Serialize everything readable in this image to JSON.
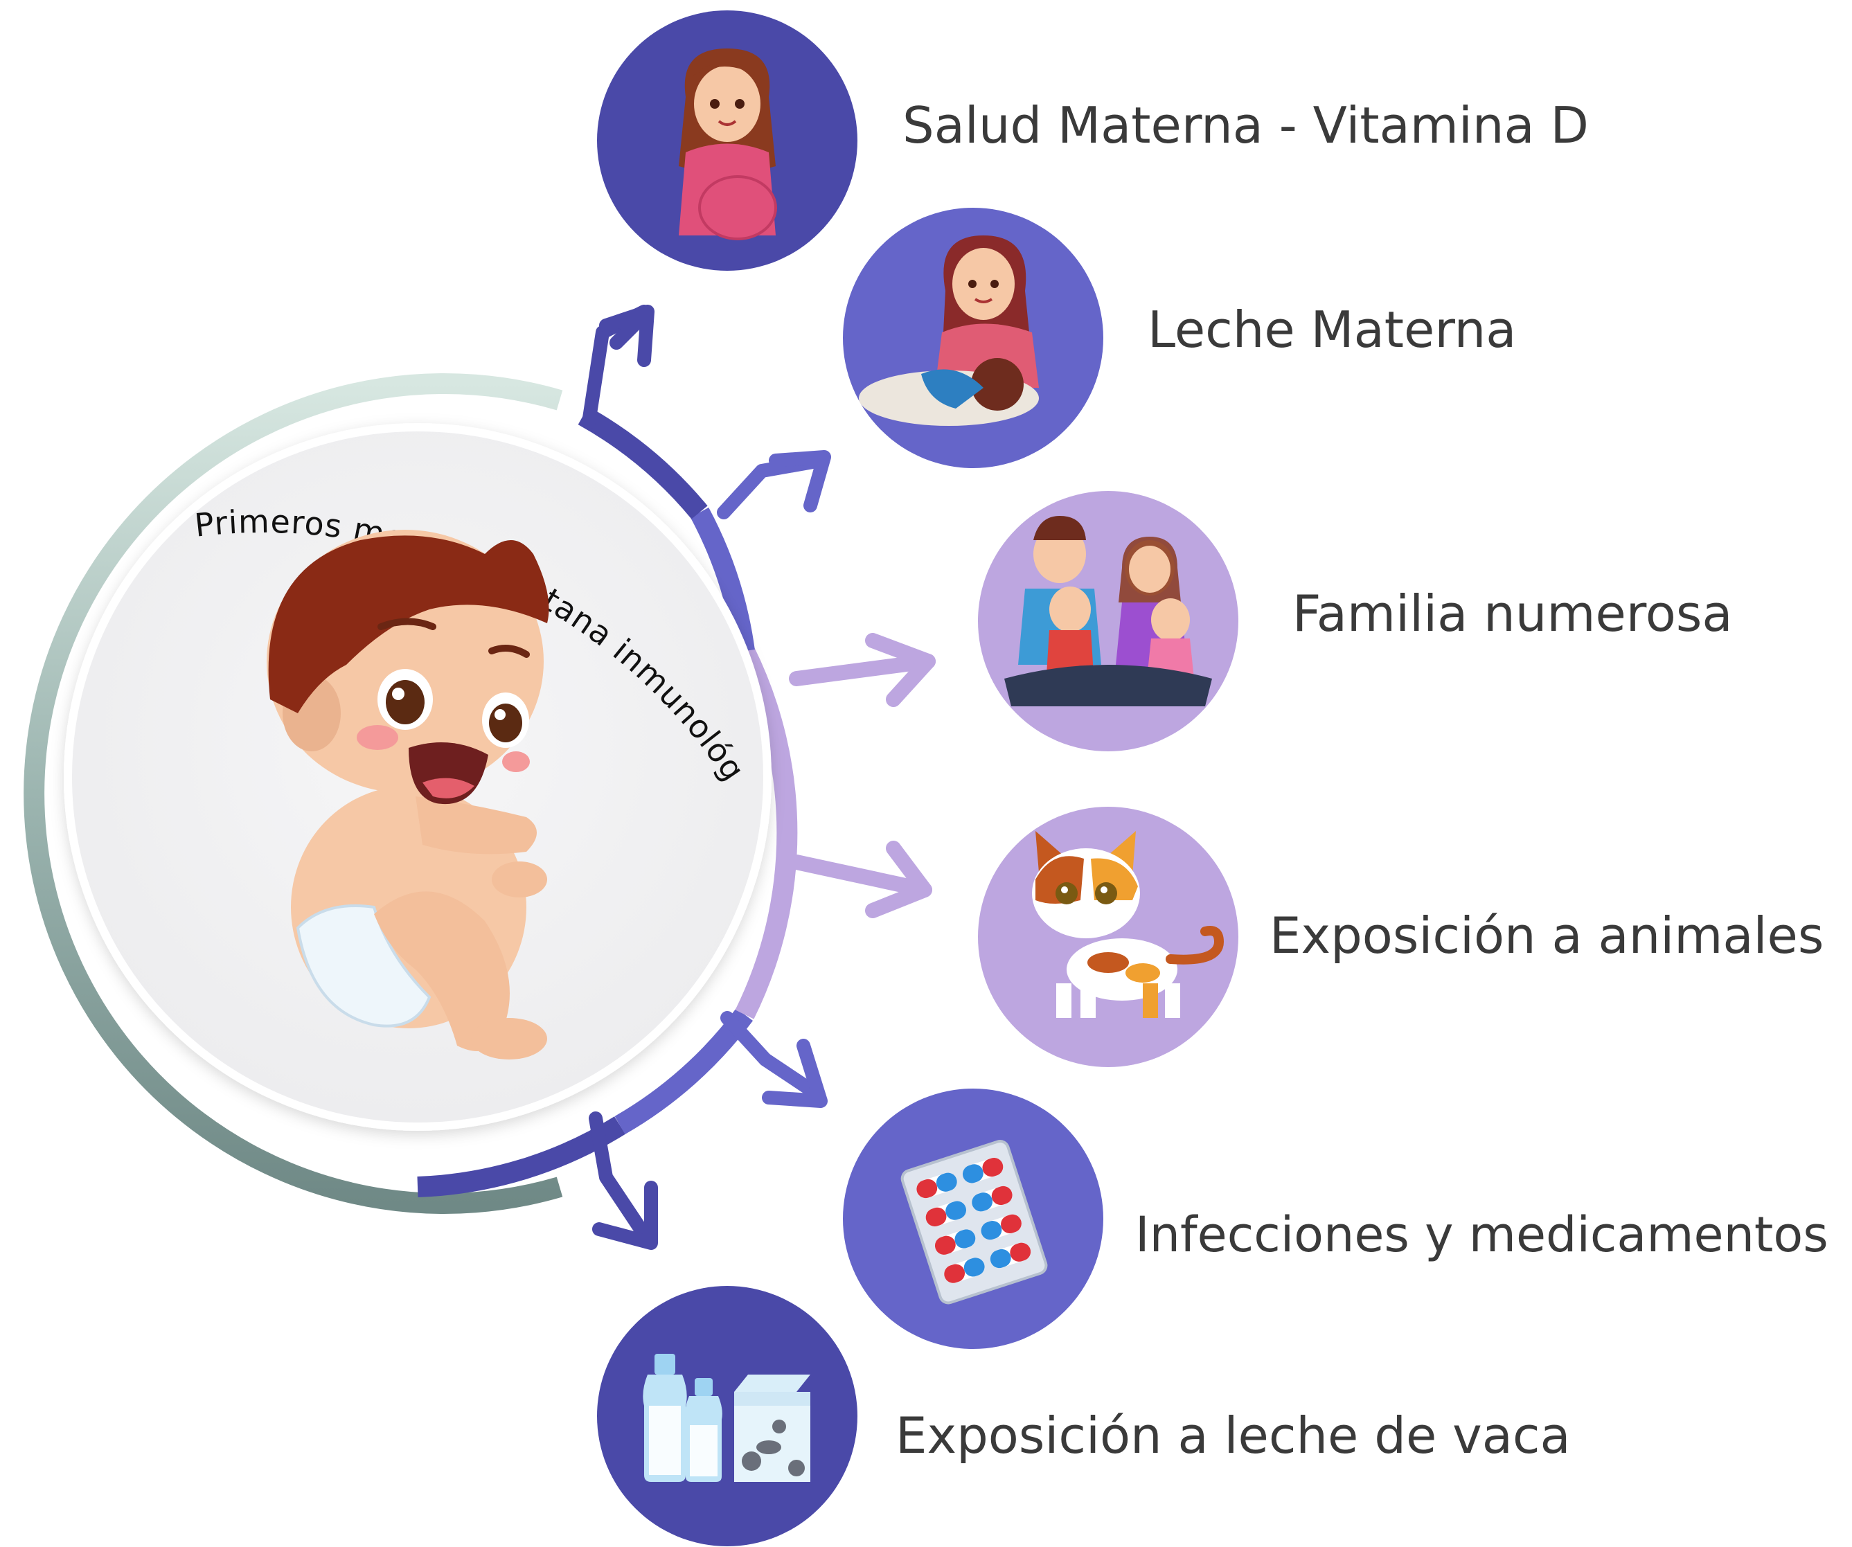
{
  "center": {
    "arc_label": "Primeros meses - ventana inmunológica",
    "icon": "baby-icon"
  },
  "factors": [
    {
      "id": "maternal-health",
      "label": "Salud Materna - Vitamina D",
      "icon": "pregnant-mother-icon",
      "circle_color": "#4a49a8"
    },
    {
      "id": "breast-milk",
      "label": "Leche Materna",
      "icon": "breastfeeding-mother-icon",
      "circle_color": "#6565c9"
    },
    {
      "id": "large-family",
      "label": "Familia numerosa",
      "icon": "family-icon",
      "circle_color": "#bda6e0"
    },
    {
      "id": "animal-exposure",
      "label": "Exposición a animales",
      "icon": "cat-icon",
      "circle_color": "#bda6e0"
    },
    {
      "id": "infections-meds",
      "label": "Infecciones y medicamentos",
      "icon": "pill-blister-icon",
      "circle_color": "#6565c9"
    },
    {
      "id": "cow-milk",
      "label": "Exposición a leche de vaca",
      "icon": "milk-bottles-icon",
      "circle_color": "#4a49a8"
    }
  ],
  "colors": {
    "dark_indigo": "#4a49a8",
    "indigo": "#6565c9",
    "lavender": "#bda6e0",
    "ring_gray": "#8fa8a3",
    "text": "#3a3a3a"
  }
}
